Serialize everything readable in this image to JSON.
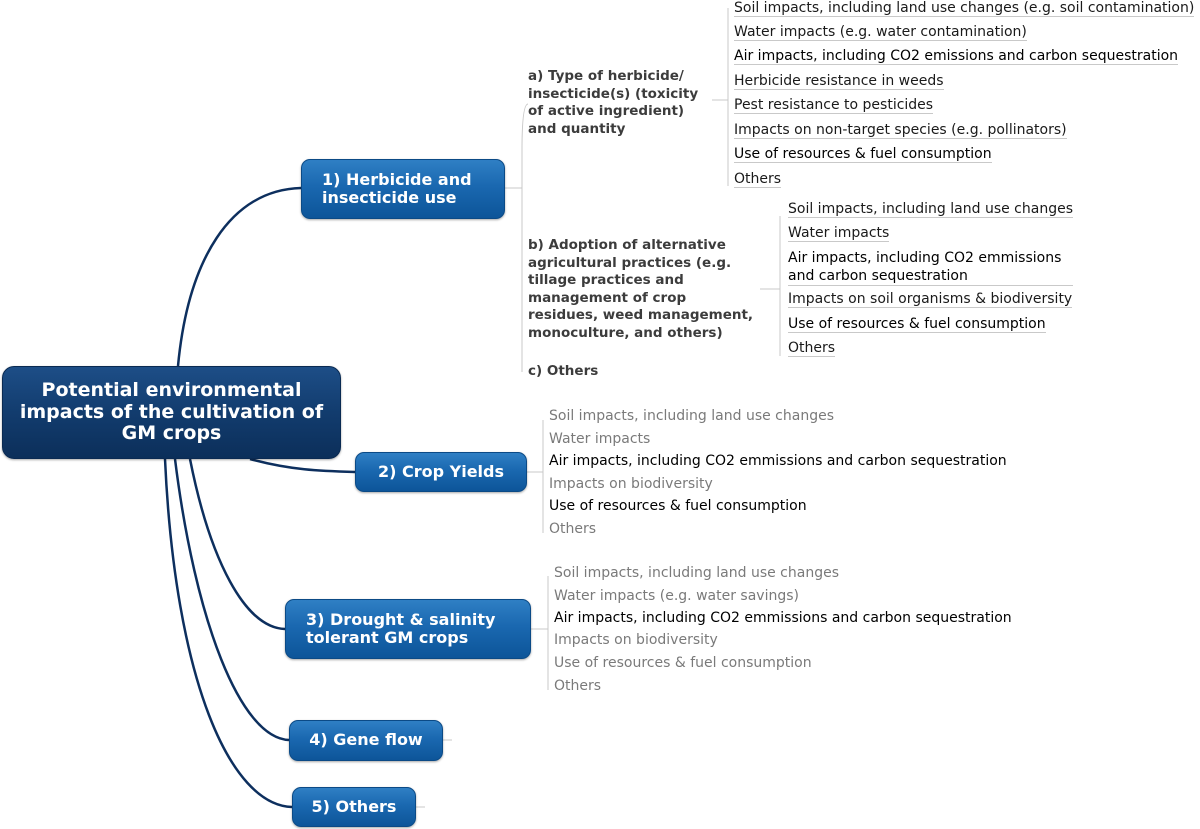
{
  "root": {
    "label": "Potential environmental impacts of the cultivation of GM crops"
  },
  "branches": {
    "b1": {
      "label": "1) Herbicide and insecticide use",
      "sub_a": {
        "label": "a) Type of herbicide/ insecticide(s) (toxicity of active ingredient) and quantity",
        "leaves": [
          "Soil impacts, including land use changes (e.g. soil contamination)",
          "Water impacts (e.g. water contamination)",
          "Air impacts, including CO2 emissions and carbon sequestration",
          "Herbicide resistance in weeds",
          "Pest resistance to pesticides",
          "Impacts on non-target species (e.g. pollinators)",
          "Use of resources & fuel consumption",
          "Others"
        ]
      },
      "sub_b": {
        "label": "b) Adoption of alternative agricultural practices (e.g. tillage practices and management of crop residues, weed management, monoculture, and others)",
        "leaves": [
          "Soil impacts, including land use changes",
          "Water impacts",
          "Air impacts, including CO2 emmissions and carbon sequestration",
          "Impacts on soil organisms & biodiversity",
          "Use of resources & fuel consumption",
          "Others"
        ]
      },
      "sub_c": {
        "label": "c) Others"
      }
    },
    "b2": {
      "label": "2) Crop Yields",
      "leaves": [
        "Soil impacts, including land use changes",
        "Water impacts",
        "Air impacts, including CO2 emmissions and carbon sequestration",
        "Impacts on biodiversity",
        "Use of resources & fuel consumption",
        "Others"
      ]
    },
    "b3": {
      "label": "3) Drought & salinity tolerant GM crops",
      "leaves": [
        "Soil impacts, including land use changes",
        "Water impacts (e.g. water savings)",
        "Air impacts, including CO2 emmissions and carbon sequestration",
        "Impacts on biodiversity",
        "Use of resources & fuel consumption",
        "Others"
      ]
    },
    "b4": {
      "label": "4) Gene flow"
    },
    "b5": {
      "label": "5) Others"
    }
  },
  "colors": {
    "root": "#123c6e",
    "branch": "#1a68b0",
    "connector": "#0d2f5e",
    "leaf_line": "#c9c9c9"
  }
}
